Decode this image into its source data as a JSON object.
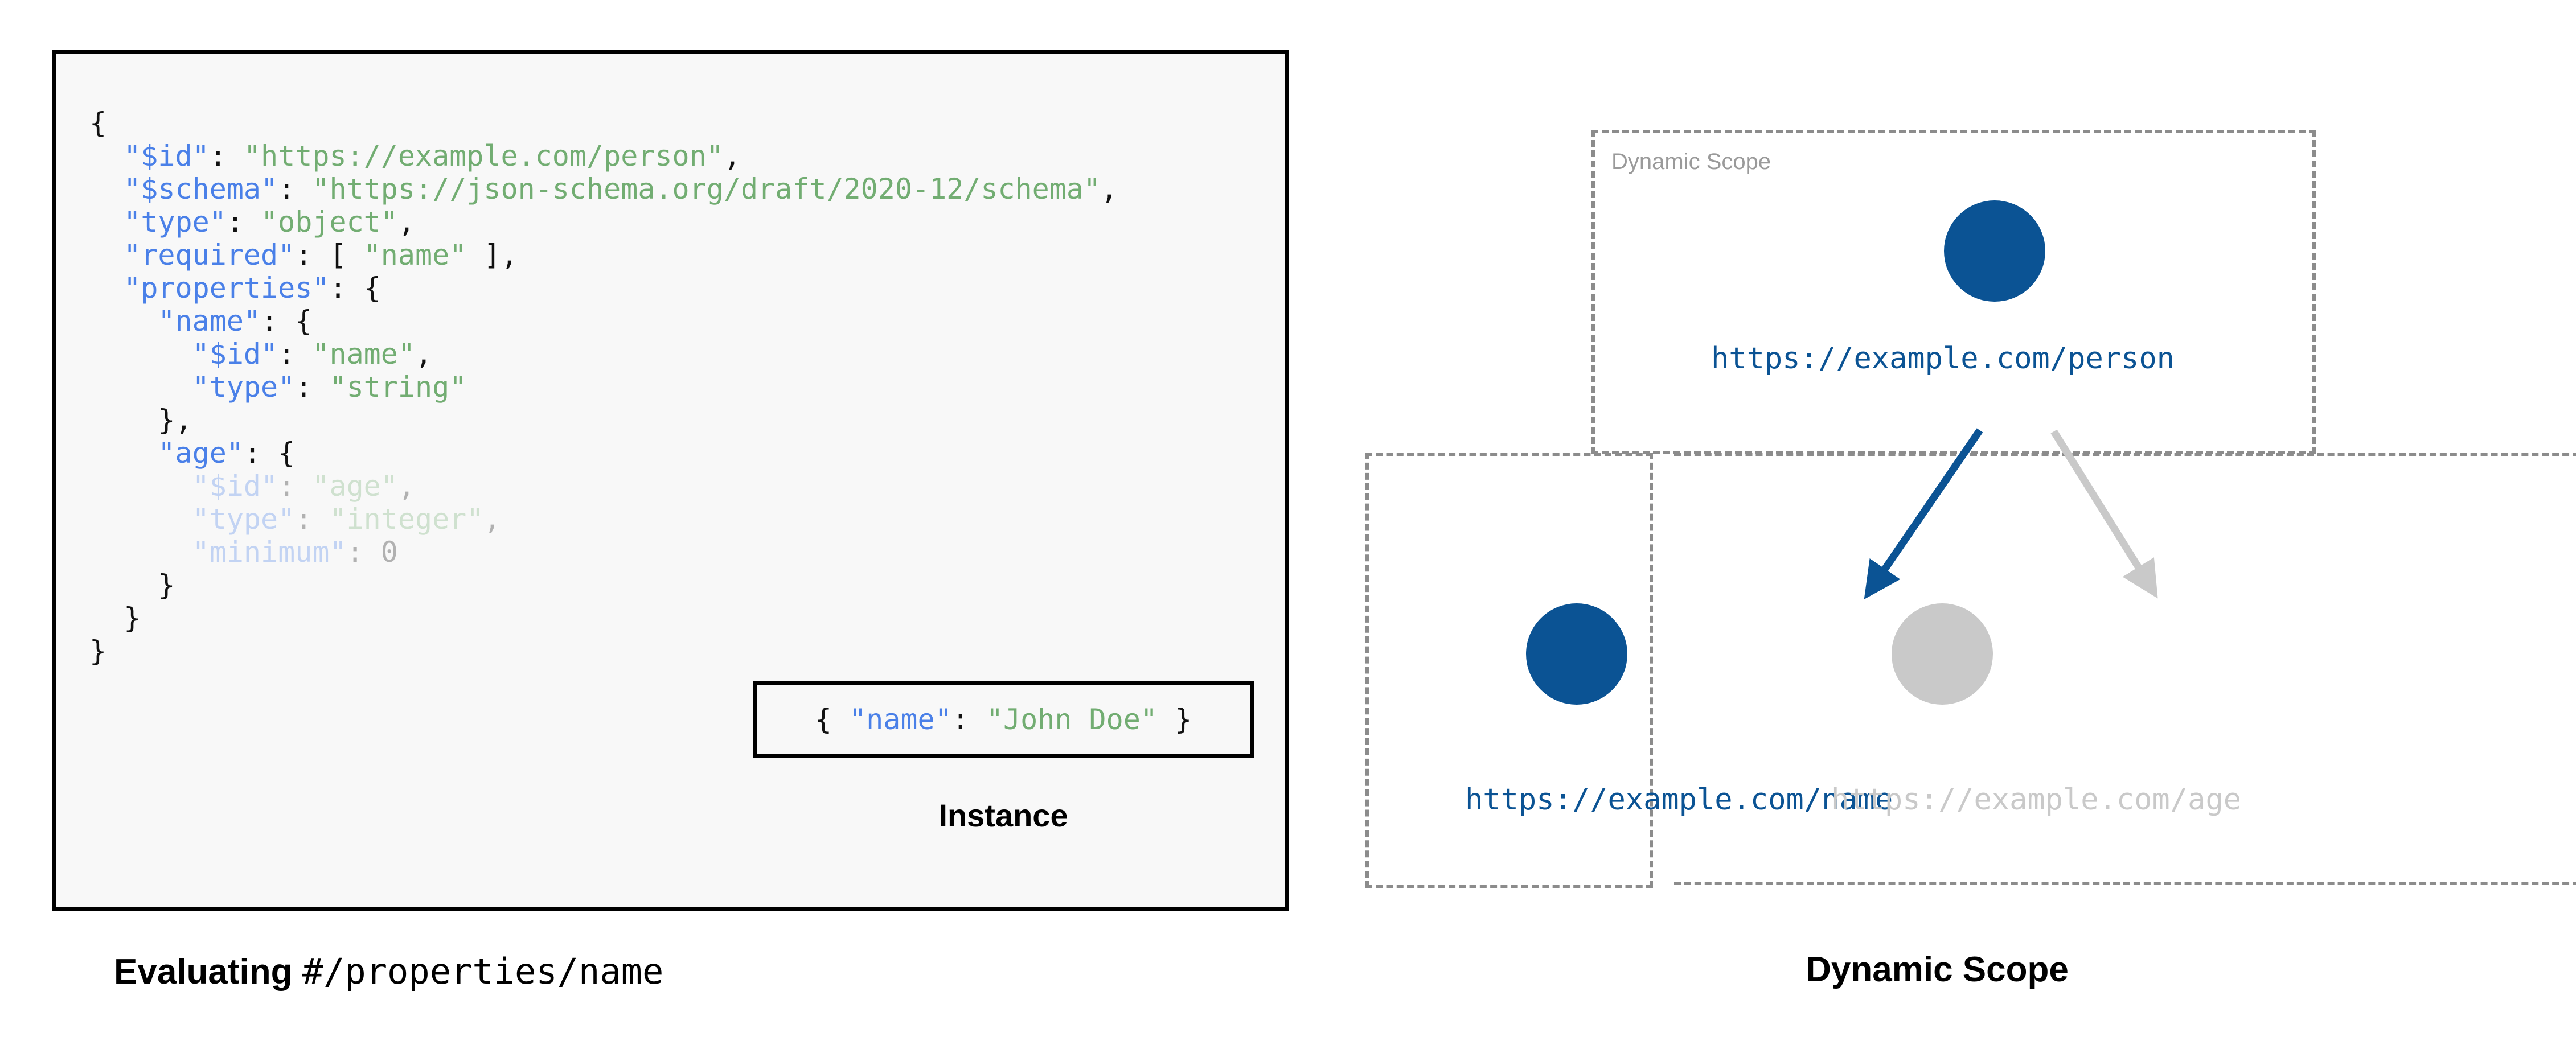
{
  "schema_panel": {
    "caption_prefix": "Evaluating ",
    "caption_pointer": "#/properties/name",
    "code_lines": [
      {
        "id": "l1",
        "indent": 0,
        "dim": false,
        "text": "{"
      },
      {
        "id": "l2",
        "indent": 1,
        "dim": false,
        "text": "\"$id\": \"https://example.com/person\","
      },
      {
        "id": "l3",
        "indent": 1,
        "dim": false,
        "text": "\"$schema\": \"https://json-schema.org/draft/2020-12/schema\","
      },
      {
        "id": "l4",
        "indent": 1,
        "dim": false,
        "text": "\"type\": \"object\","
      },
      {
        "id": "l5",
        "indent": 1,
        "dim": false,
        "text": "\"required\": [ \"name\" ],"
      },
      {
        "id": "l6",
        "indent": 1,
        "dim": false,
        "text": "\"properties\": {"
      },
      {
        "id": "l7",
        "indent": 2,
        "dim": false,
        "text": "\"name\": {"
      },
      {
        "id": "l8",
        "indent": 3,
        "dim": false,
        "text": "\"$id\": \"name\","
      },
      {
        "id": "l9",
        "indent": 3,
        "dim": false,
        "text": "\"type\": \"string\""
      },
      {
        "id": "l10",
        "indent": 2,
        "dim": false,
        "text": "},"
      },
      {
        "id": "l11",
        "indent": 2,
        "dim": false,
        "text": "\"age\": {"
      },
      {
        "id": "l12",
        "indent": 3,
        "dim": true,
        "text": "\"$id\": \"age\","
      },
      {
        "id": "l13",
        "indent": 3,
        "dim": true,
        "text": "\"type\": \"integer\","
      },
      {
        "id": "l14",
        "indent": 3,
        "dim": true,
        "text": "\"minimum\": 0"
      },
      {
        "id": "l15",
        "indent": 2,
        "dim": false,
        "text": "}"
      },
      {
        "id": "l16",
        "indent": 1,
        "dim": false,
        "text": "}"
      },
      {
        "id": "l17",
        "indent": 0,
        "dim": false,
        "text": "}"
      }
    ],
    "instance": {
      "code": "{ \"name\": \"John Doe\" }",
      "caption": "Instance"
    }
  },
  "scope_panel": {
    "caption": "Dynamic Scope",
    "root_scope_label": "Dynamic Scope",
    "nodes": [
      {
        "id": "person",
        "label": "https://example.com/person",
        "state": "active",
        "color": "#0B5394"
      },
      {
        "id": "name",
        "label": "https://example.com/name",
        "state": "active",
        "color": "#0B5394"
      },
      {
        "id": "age",
        "label": "https://example.com/age",
        "state": "inactive",
        "color": "#C9C9C9"
      }
    ],
    "edges": [
      {
        "id": "person-to-name",
        "from": "person",
        "to": "name",
        "state": "active",
        "color": "#0B5394"
      },
      {
        "id": "person-to-age",
        "from": "person",
        "to": "age",
        "state": "inactive",
        "color": "#C9C9C9"
      }
    ]
  },
  "colors": {
    "accent_blue": "#0B5394",
    "muted_grey": "#C9C9C9",
    "dash_grey": "#8C8C8C",
    "key_blue": "#4A80E8",
    "string_green": "#72AD72",
    "code_bg": "#F8F8F8",
    "border_black": "#000000"
  }
}
